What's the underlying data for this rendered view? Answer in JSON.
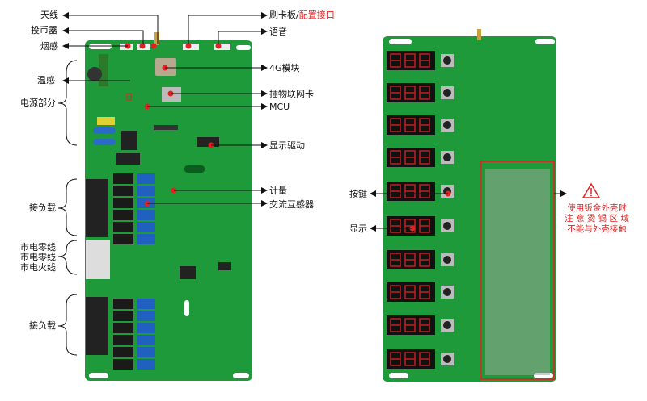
{
  "left_labels": {
    "antenna": "天线",
    "coin_acceptor": "投币器",
    "smoke_sensor": "烟感",
    "temp_sensor": "温感",
    "power_section": "电源部分",
    "load_top": "接负载",
    "neutral_1": "市电零线",
    "neutral_2": "市电零线",
    "live": "市电火线",
    "load_bottom": "接负载"
  },
  "right_labels": {
    "card_board": "刷卡板/",
    "config_port": "配置接口",
    "voice": "语音",
    "module_4g": "4G模块",
    "iot_card": "插物联网卡",
    "mcu": "MCU",
    "display_driver": "显示驱动",
    "metering": "计量",
    "ct": "交流互感器"
  },
  "back_labels": {
    "button": "按键",
    "display": "显示"
  },
  "warning": {
    "line1": "使用钣金外壳时",
    "line2": "注 意 烫 锡 区 域",
    "line3": "不能与外壳接触"
  },
  "colors": {
    "pcb": "#1f9a3a",
    "marker": "#e52020",
    "highlight": "#e52020"
  }
}
